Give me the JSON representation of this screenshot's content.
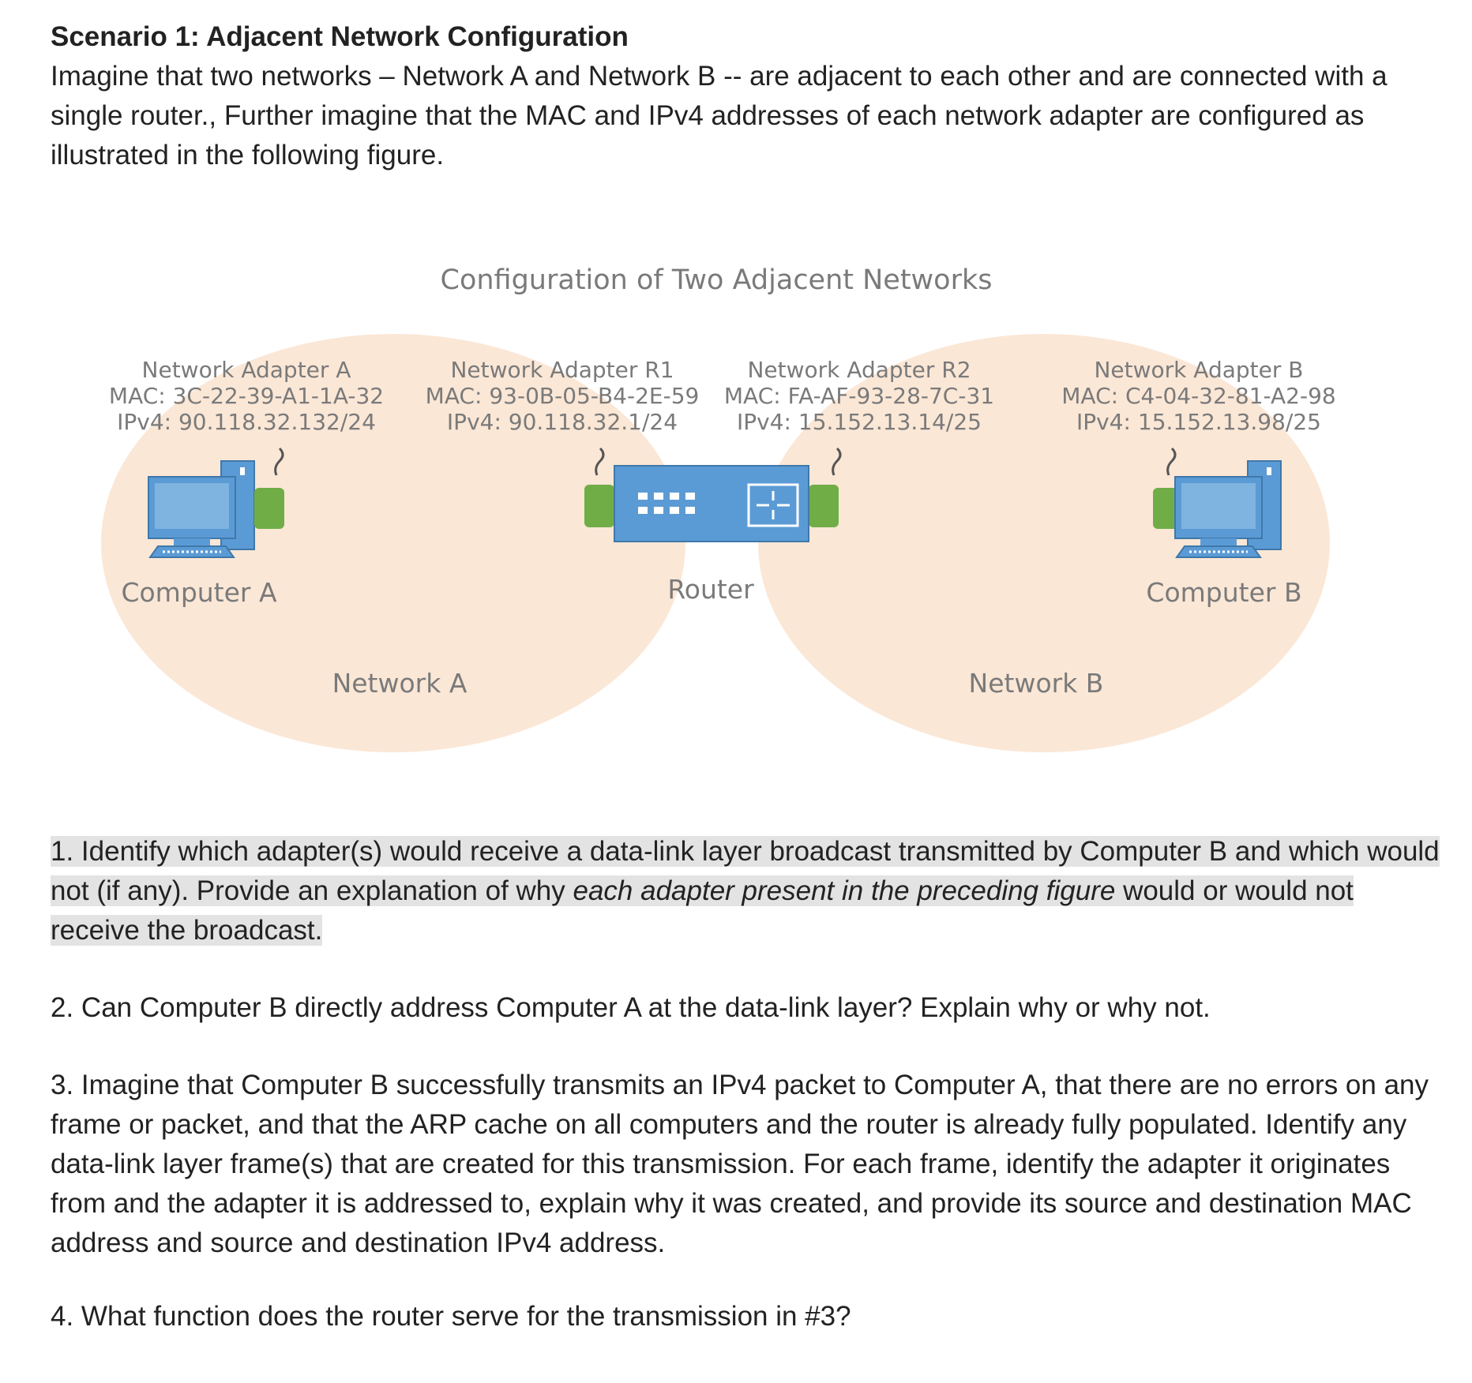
{
  "scenario": {
    "heading": "Scenario 1: Adjacent Network Configuration",
    "intro": "Imagine that two networks – Network A and Network B -- are adjacent to each other and are connected with a single router., Further imagine that the MAC and IPv4 addresses of each network adapter are configured as illustrated in the following figure."
  },
  "figure": {
    "title": "Configuration of Two Adjacent Networks",
    "adapter_a": {
      "name": "Network Adapter A",
      "mac": "MAC: 3C-22-39-A1-1A-32",
      "ip": "IPv4: 90.118.32.132/24"
    },
    "adapter_r1": {
      "name": "Network Adapter R1",
      "mac": "MAC: 93-0B-05-B4-2E-59",
      "ip": "IPv4: 90.118.32.1/24"
    },
    "adapter_r2": {
      "name": "Network Adapter R2",
      "mac": "MAC: FA-AF-93-28-7C-31",
      "ip": "IPv4: 15.152.13.14/25"
    },
    "adapter_b": {
      "name": "Network Adapter B",
      "mac": "MAC: C4-04-32-81-A2-98",
      "ip": "IPv4: 15.152.13.98/25"
    },
    "computer_a_label": "Computer A",
    "router_label": "Router",
    "computer_b_label": "Computer B",
    "network_a_label": "Network A",
    "network_b_label": "Network B",
    "colors": {
      "network_fill": "#fae3cf",
      "device_blue": "#5b9bd5",
      "adapter_green": "#70ad47"
    }
  },
  "questions": {
    "q1_part1": "1. Identify which adapter(s) would receive a data-link layer broadcast transmitted by Computer B and which would not (if any). Provide an explanation of why ",
    "q1_italic": "each adapter present in the preceding figure",
    "q1_part2": " would or would not receive the broadcast.",
    "q2": "2. Can Computer B directly address Computer A at the data-link layer? Explain why or why not.",
    "q3": "3. Imagine that Computer B successfully transmits an IPv4 packet to Computer A, that there are no errors on any frame or packet, and that the ARP cache on all computers and the router is already fully populated. Identify any data-link layer frame(s) that are created for this transmission. For each frame, identify the adapter it originates from and the adapter it is addressed to, explain why it was created, and provide its source and destination MAC address and source and destination IPv4 address.",
    "q4": "4. What function does the router serve for the transmission in #3?"
  }
}
